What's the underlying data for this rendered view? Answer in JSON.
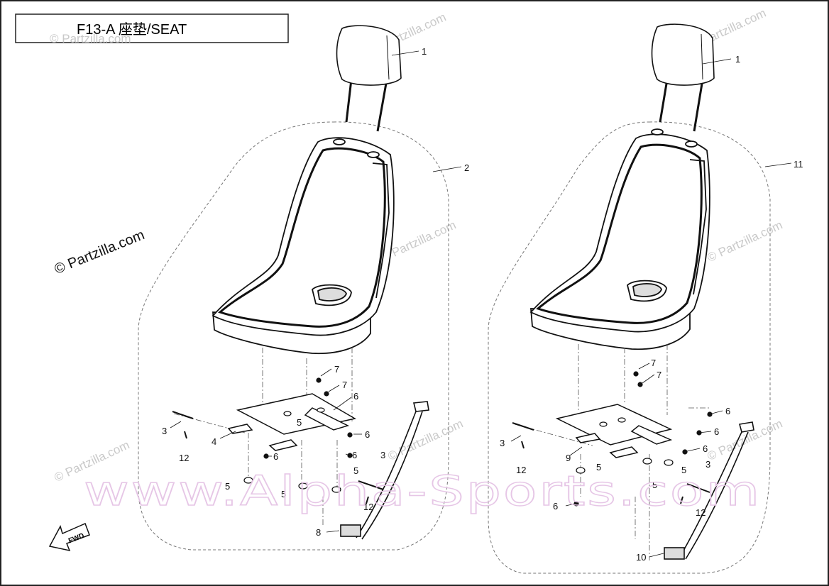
{
  "title": "F13-A 座垫/SEAT",
  "watermarks": {
    "partzilla_main": "© Partzilla.com",
    "partzilla_faint": "© Partzilla.com",
    "alpha_sports": "www.Alpha-Sports.com"
  },
  "fwd_label": "FWD",
  "callouts": {
    "left": [
      "1",
      "2",
      "7",
      "7",
      "6",
      "3",
      "4",
      "5",
      "6",
      "12",
      "6",
      "6",
      "5",
      "3",
      "5",
      "5",
      "12",
      "8"
    ],
    "right": [
      "1",
      "11",
      "7",
      "7",
      "6",
      "3",
      "9",
      "6",
      "6",
      "12",
      "5",
      "5",
      "3",
      "5",
      "12",
      "6",
      "10"
    ]
  }
}
